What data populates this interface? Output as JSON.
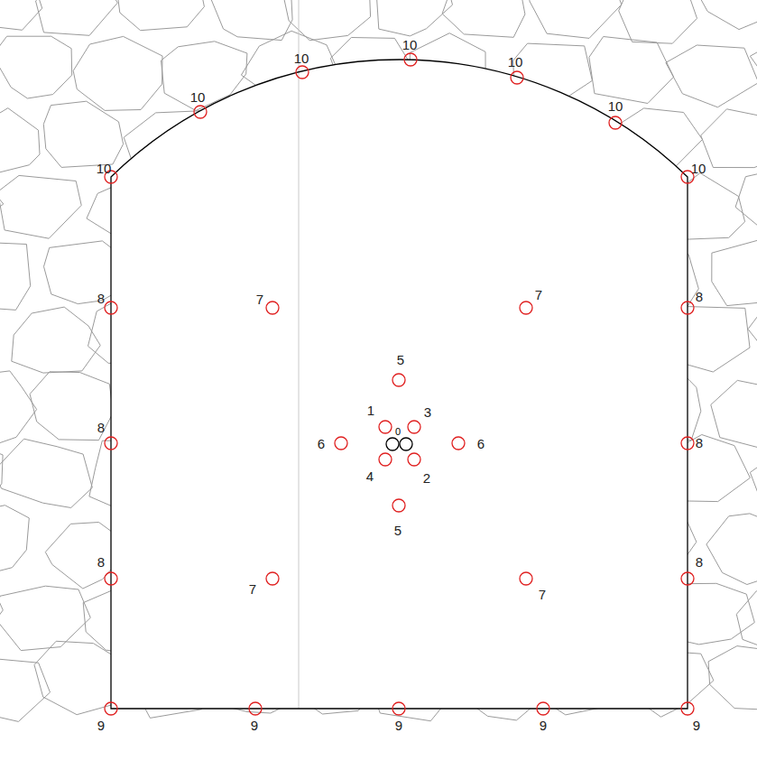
{
  "diagram": {
    "labels": [
      "10",
      "10",
      "10",
      "10",
      "10",
      "10",
      "10",
      "8",
      "7",
      "7",
      "8",
      "5",
      "1",
      "3",
      "0",
      "8",
      "6",
      "6",
      "8",
      "4",
      "2",
      "5",
      "8",
      "8",
      "7",
      "7",
      "9",
      "9",
      "9",
      "9",
      "9"
    ]
  }
}
